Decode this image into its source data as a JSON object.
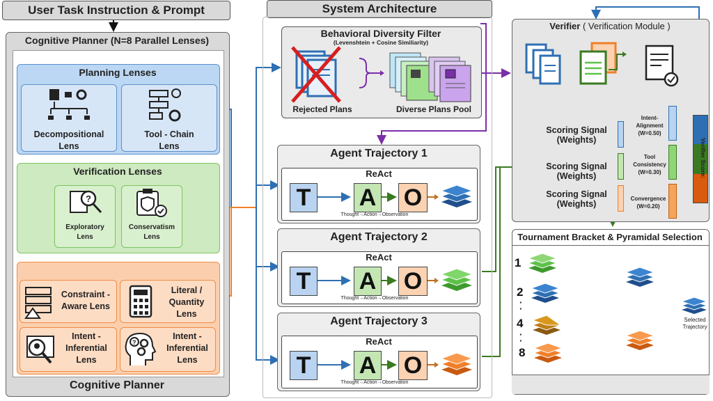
{
  "prompt": {
    "title": "User Task Instruction & Prompt"
  },
  "planner": {
    "header": "Cognitive Planner (N=8 Parallel Lenses)",
    "footer": "Cognitive Planner",
    "planning": {
      "title": "Planning Lenses",
      "items": [
        "Decompositional Lens",
        "Tool - Chain Lens"
      ]
    },
    "verification": {
      "title": "Verification Lenses",
      "items": [
        "Exploratory Lens",
        "Conservatism Lens"
      ]
    },
    "constraint": {
      "items": [
        "Constraint - Aware Lens",
        "Literal / Quantity Lens",
        "Intent - Inferential Lens",
        "Intent - Inferential Lens"
      ]
    }
  },
  "architecture": {
    "title": "System Architecture",
    "filter": {
      "title": "Behavioral Diversity Filter",
      "subtitle": "(Levenshtein + Cosine Similiarity)",
      "rejected": "Rejected Plans",
      "pool": "Diverse Plans Pool"
    },
    "trajectories": [
      {
        "title": "Agent Trajectory 1",
        "react": "ReAct",
        "t": "T",
        "a": "A",
        "o": "O",
        "caption": "Thought→Action→Observation"
      },
      {
        "title": "Agent Trajectory 2",
        "react": "ReAct",
        "t": "T",
        "a": "A",
        "o": "O",
        "caption": "Thought→Action→Observation"
      },
      {
        "title": "Agent Trajectory 3",
        "react": "ReAct",
        "t": "T",
        "a": "A",
        "o": "O",
        "caption": "Thought→Action→Observation"
      }
    ]
  },
  "verifier": {
    "title": "Verifier",
    "subtitle": "( Verification Module )",
    "signals": [
      "Scoring Signal (Weights)",
      "Scoring Signal (Weights)",
      "Scoring Signal (Weights)"
    ],
    "weights": [
      "Intent- Alignment (W=0.50)",
      "Tool Consistency (W=0.30)",
      "Convergence (W=0.20)"
    ],
    "score_label": "Verifier Score:"
  },
  "tournament": {
    "title": "Tournament Bracket & Pyramidal Selection",
    "seeds": [
      "1",
      "2",
      "4",
      "8"
    ],
    "selected": "Selected Trajectory"
  },
  "colors": {
    "blue": "#2e6fb3",
    "green": "#5ec24a",
    "orange": "#f07f2a",
    "purple": "#7a2fa8",
    "dark_green": "#3a7a22"
  }
}
